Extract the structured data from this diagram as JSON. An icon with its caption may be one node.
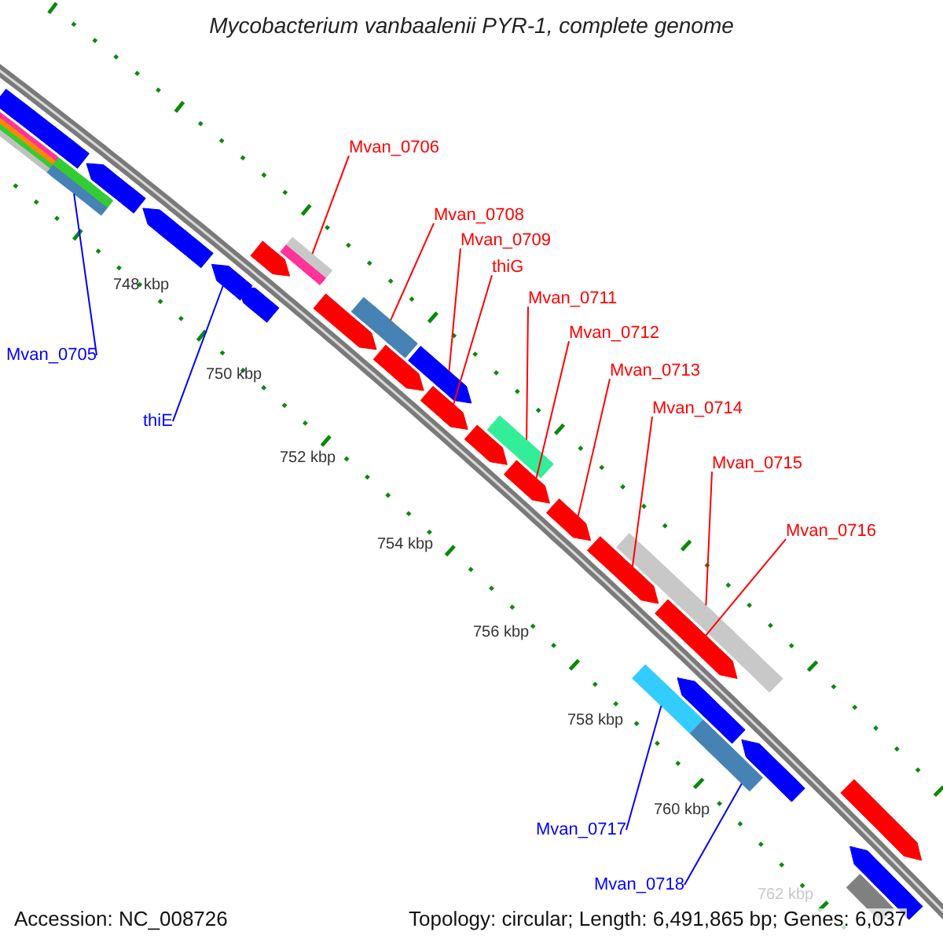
{
  "diagram": {
    "title": "Mycobacterium vanbaalenii PYR-1, complete genome",
    "nodes": [
      {
        "text": [
          "Mvan_0706"
        ]
      },
      {
        "text": [
          "Mvan_0708"
        ]
      },
      {
        "text": [
          "Mvan_0709"
        ]
      },
      {
        "text": [
          "thiG"
        ]
      },
      {
        "text": [
          "Mvan_0711"
        ]
      },
      {
        "text": [
          "Mvan_0712"
        ]
      },
      {
        "text": [
          "Mvan_0713"
        ]
      },
      {
        "text": [
          "Mvan_0714"
        ]
      },
      {
        "text": [
          "Mvan_0705"
        ]
      },
      {
        "text": [
          "thiE"
        ]
      },
      {
        "text": [
          "Mvan_0715"
        ]
      },
      {
        "text": [
          "Mvan_0716"
        ]
      },
      {
        "text": [
          "Mvan_0717"
        ]
      },
      {
        "text": [
          "Mvan_0718"
        ]
      },
      {
        "text": [],
        "shape": "bar"
      },
      {
        "text": [],
        "shape": "bar"
      },
      {
        "text": [],
        "shape": "bar"
      },
      {
        "text": [],
        "shape": "bar"
      },
      {
        "text": [],
        "shape": "bar"
      },
      {
        "text": [],
        "shape": "bar"
      },
      {
        "text": [],
        "shape": "bar"
      },
      {
        "text": [],
        "shape": "bar"
      },
      {
        "text": [],
        "shape": "bar"
      },
      {
        "text": [],
        "shape": "bar"
      },
      {
        "text": [],
        "shape": "bar"
      },
      {
        "text": [],
        "shape": "bar"
      },
      {
        "text": [],
        "shape": "bar"
      },
      {
        "text": [],
        "shape": "bar"
      },
      {
        "text": [],
        "shape": "bar"
      },
      {
        "text": [],
        "shape": "bar"
      },
      {
        "text": [],
        "shape": "bar"
      },
      {
        "text": [],
        "shape": "bar"
      },
      {
        "text": [],
        "shape": "bar"
      },
      {
        "text": [],
        "shape": "bar"
      },
      {
        "text": [],
        "shape": "bar"
      },
      {
        "text": [],
        "shape": "bar"
      },
      {
        "text": [],
        "shape": "bar"
      },
      {
        "text": [],
        "shape": "bar"
      },
      {
        "text": [],
        "shape": "bar"
      },
      {
        "text": [],
        "shape": "bar"
      },
      {
        "text": [],
        "shape": "bar"
      },
      {
        "text": [],
        "shape": "bar"
      }
    ],
    "edges": [
      {
        "from": 0,
        "to": 14,
        "arrow": "none"
      },
      {
        "from": 1,
        "to": 15,
        "arrow": "none"
      },
      {
        "from": 2,
        "to": 16,
        "arrow": "none"
      },
      {
        "from": 3,
        "to": 17,
        "arrow": "none"
      },
      {
        "from": 4,
        "to": 18,
        "arrow": "none"
      },
      {
        "from": 5,
        "to": 19,
        "arrow": "none"
      },
      {
        "from": 6,
        "to": 20,
        "arrow": "none"
      },
      {
        "from": 7,
        "to": 21,
        "arrow": "none"
      },
      {
        "from": 8,
        "to": 22,
        "arrow": "none",
        "color": "#0000ff"
      },
      {
        "from": 9,
        "to": 23,
        "arrow": "none",
        "color": "#0000ff"
      },
      {
        "from": 10,
        "to": 24,
        "arrow": "none"
      },
      {
        "from": 11,
        "to": 25,
        "arrow": "none"
      },
      {
        "from": 12,
        "to": 26,
        "arrow": "none",
        "color": "#0000ff"
      },
      {
        "from": 13,
        "to": 27,
        "arrow": "none",
        "color": "#0000ff"
      }
    ],
    "labels": [
      "748 kbp",
      "750 kbp",
      "752 kbp",
      "754 kbp",
      "756 kbp",
      "758 kbp",
      "760 kbp",
      "762 kbp",
      "Accession: NC_008726",
      "Topology: circular; Length: 6,491,865 bp; Genes: 6,037"
    ]
  }
}
